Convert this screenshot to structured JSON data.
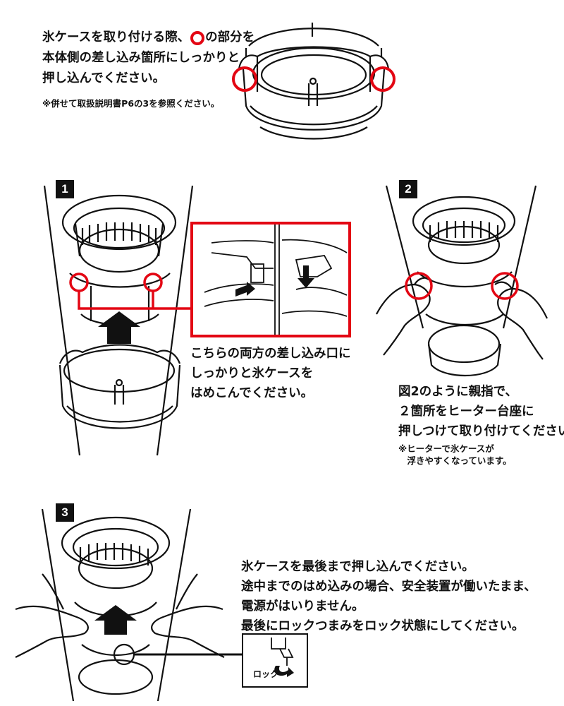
{
  "intro": {
    "line1_pre": "氷ケースを取り付ける際、",
    "line1_post": "の部分を",
    "line2": "本体側の差し込み箇所にしっかりと",
    "line3": "押し込んでください。",
    "note": "※併せて取扱説明書P6の3を参照ください。"
  },
  "step1": {
    "badge": "1",
    "text": [
      "こちらの両方の差し込み口に",
      "しっかりと氷ケースを",
      "はめこんでください。"
    ]
  },
  "step2": {
    "badge": "2",
    "text": [
      "図2のように親指で、",
      "２箇所をヒーター台座に",
      "押しつけて取り付けてください。"
    ],
    "note": [
      "※ヒーターで氷ケースが",
      "　浮きやすくなっています。"
    ]
  },
  "step3": {
    "badge": "3",
    "text": [
      "氷ケースを最後まで押し込んでください。",
      "途中までのはめ込みの場合、安全装置が働いたまま、",
      "電源がはいりません。",
      "最後にロックつまみをロック状態にしてください。"
    ],
    "lock_label": "ロック"
  },
  "colors": {
    "accent": "#e30613",
    "ink": "#111111"
  }
}
